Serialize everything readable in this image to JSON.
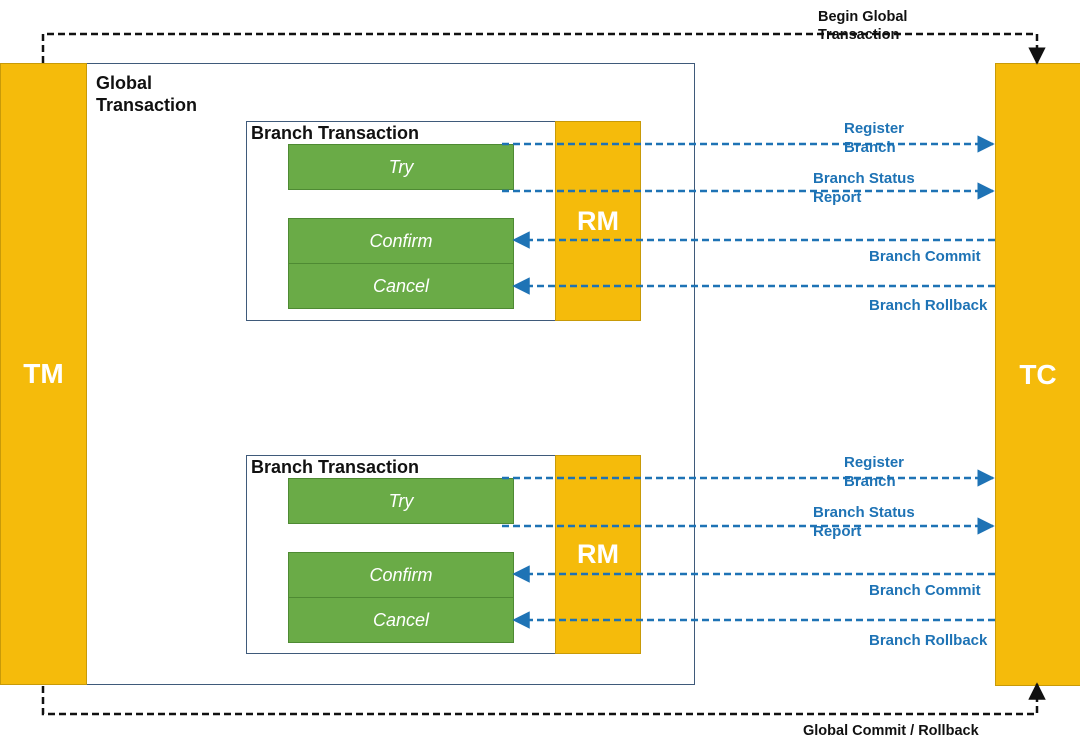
{
  "tm": {
    "label": "TM"
  },
  "tc": {
    "label": "TC"
  },
  "global_transaction": {
    "title": "Global\nTransaction"
  },
  "top_flow": {
    "label": "Begin Global\nTransaction"
  },
  "bottom_flow": {
    "label": "Global Commit / Rollback"
  },
  "branches": [
    {
      "title": "Branch Transaction",
      "rm_label": "RM",
      "try_label": "Try",
      "confirm_label": "Confirm",
      "cancel_label": "Cancel",
      "flows": {
        "register": "Register\nBranch",
        "status": "Branch Status\nReport",
        "commit": "Branch Commit",
        "rollback": "Branch Rollback"
      }
    },
    {
      "title": "Branch Transaction",
      "rm_label": "RM",
      "try_label": "Try",
      "confirm_label": "Confirm",
      "cancel_label": "Cancel",
      "flows": {
        "register": "Register\nBranch",
        "status": "Branch Status\nReport",
        "commit": "Branch Commit",
        "rollback": "Branch Rollback"
      }
    }
  ],
  "colors": {
    "pillar": "#F5BB0B",
    "green": "#6AAB47",
    "flow_arrow": "#1E73B5",
    "outer_arrow": "#111111",
    "frame_border": "#3F5A7A"
  }
}
